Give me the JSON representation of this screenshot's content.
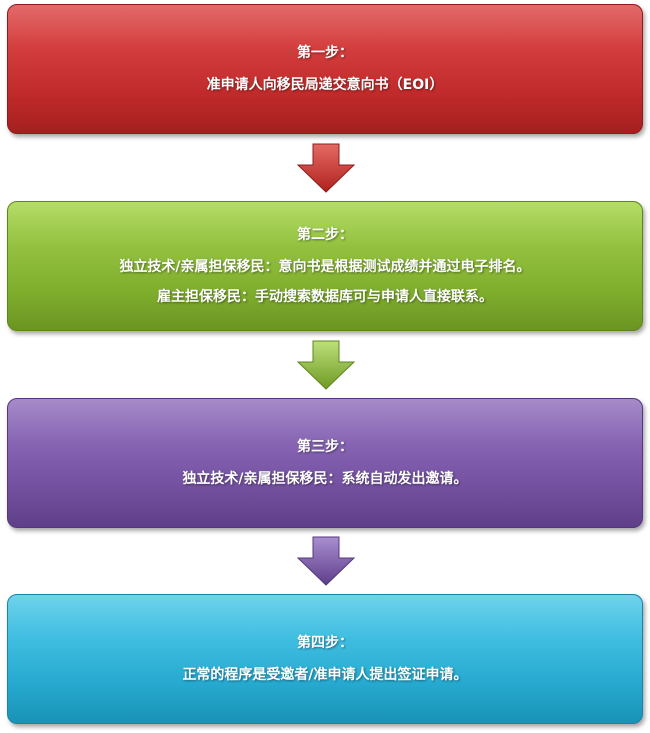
{
  "steps": [
    {
      "title": "第一步：",
      "lines": [
        "准申请人向移民局递交意向书（EOI）"
      ],
      "color": "#c02a2a"
    },
    {
      "title": "第二步：",
      "lines": [
        "独立技术/亲属担保移民：意向书是根据测试成绩并通过电子排名。",
        "雇主担保移民：手动搜索数据库可与申请人直接联系。"
      ],
      "color": "#7fae2d"
    },
    {
      "title": "第三步：",
      "lines": [
        "独立技术/亲属担保移民：系统自动发出邀请。"
      ],
      "color": "#73509f"
    },
    {
      "title": "第四步：",
      "lines": [
        "正常的程序是受邀者/准申请人提出签证申请。"
      ],
      "color": "#26a9cf"
    }
  ],
  "arrows": [
    {
      "icon": "down-arrow-icon",
      "color": "#c0302a"
    },
    {
      "icon": "down-arrow-icon",
      "color": "#86b33a"
    },
    {
      "icon": "down-arrow-icon",
      "color": "#7852a6"
    }
  ]
}
